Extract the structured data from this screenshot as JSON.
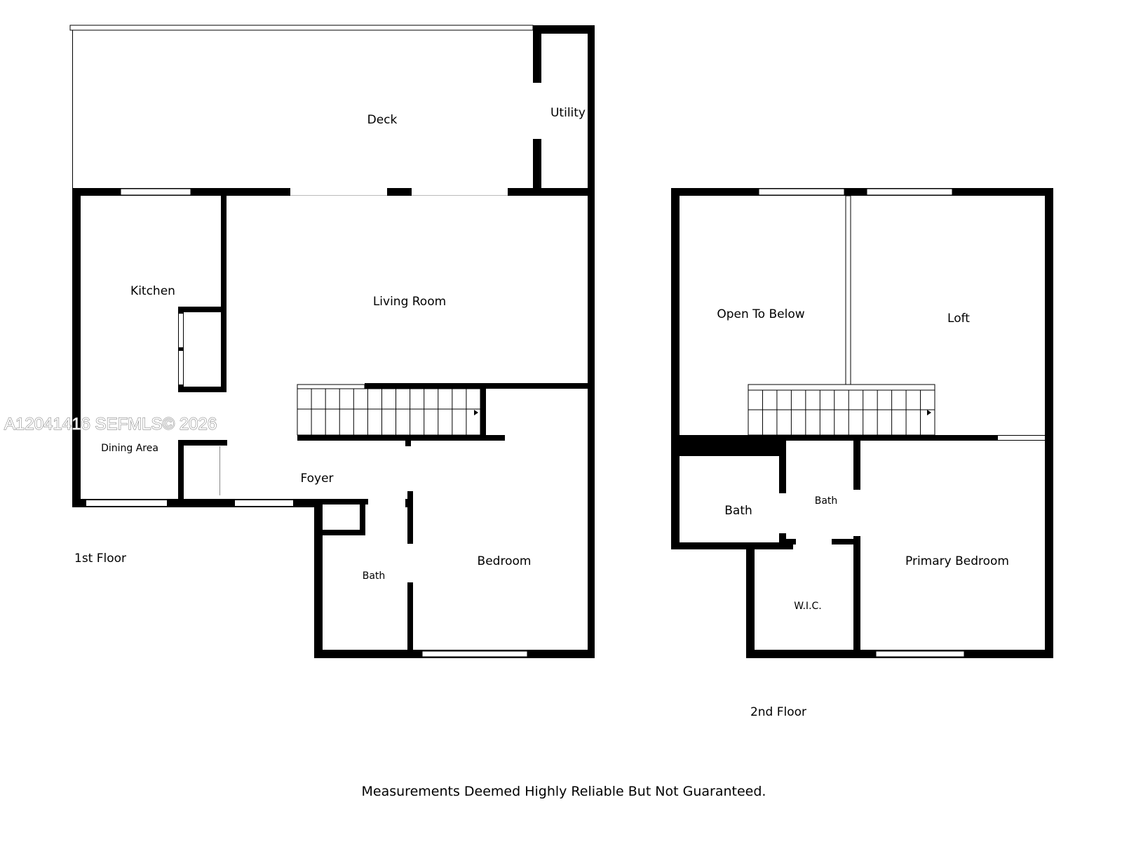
{
  "floors": [
    {
      "label": "1st Floor",
      "rooms": {
        "deck": "Deck",
        "utility": "Utility",
        "kitchen": "Kitchen",
        "living_room": "Living Room",
        "dining_area": "Dining Area",
        "foyer": "Foyer",
        "bath": "Bath",
        "bedroom": "Bedroom"
      }
    },
    {
      "label": "2nd Floor",
      "rooms": {
        "open_to_below": "Open To Below",
        "loft": "Loft",
        "bath_left": "Bath",
        "bath_middle": "Bath",
        "wic": "W.I.C.",
        "primary_bedroom": "Primary Bedroom"
      }
    }
  ],
  "watermark": "A12041416  SEFMLS© 2026",
  "disclaimer": "Measurements Deemed Highly Reliable But Not Guaranteed."
}
